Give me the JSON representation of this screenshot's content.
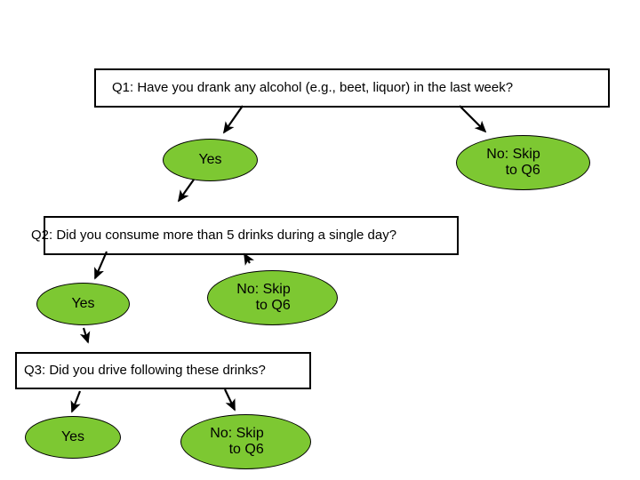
{
  "diagram": {
    "title": "Alcohol screening question flowchart",
    "background_color": "#FFFFFF",
    "node_fill_color": "#7DC832",
    "node_border_color": "#000000",
    "box_fill_color": "#FFFFFF",
    "arrow_color": "#000000",
    "nodes": {
      "q1": {
        "label": "Q1: Have you drank any alcohol (e.g., beet, liquor) in the last week?"
      },
      "q1_yes": {
        "label": "Yes"
      },
      "q1_no": {
        "label": "No: Skip\nto Q6"
      },
      "q2": {
        "label": "Q2: Did you consume more than 5 drinks during a single day?"
      },
      "q2_yes": {
        "label": "Yes"
      },
      "q2_no": {
        "label": "No: Skip\nto Q6"
      },
      "q3": {
        "label": "Q3: Did you drive following these drinks?"
      },
      "q3_yes": {
        "label": "Yes"
      },
      "q3_no": {
        "label": "No: Skip\nto Q6"
      }
    },
    "edges": [
      {
        "from": "q1",
        "to": "q1_yes",
        "label": ""
      },
      {
        "from": "q1",
        "to": "q1_no",
        "label": ""
      },
      {
        "from": "q1_yes",
        "to": "q2",
        "label": ""
      },
      {
        "from": "q2",
        "to": "q2_yes",
        "label": ""
      },
      {
        "from": "q2",
        "to": "q2_no",
        "label": ""
      },
      {
        "from": "q2_yes",
        "to": "q3",
        "label": ""
      },
      {
        "from": "q3",
        "to": "q3_yes",
        "label": ""
      },
      {
        "from": "q3",
        "to": "q3_no",
        "label": ""
      }
    ]
  }
}
